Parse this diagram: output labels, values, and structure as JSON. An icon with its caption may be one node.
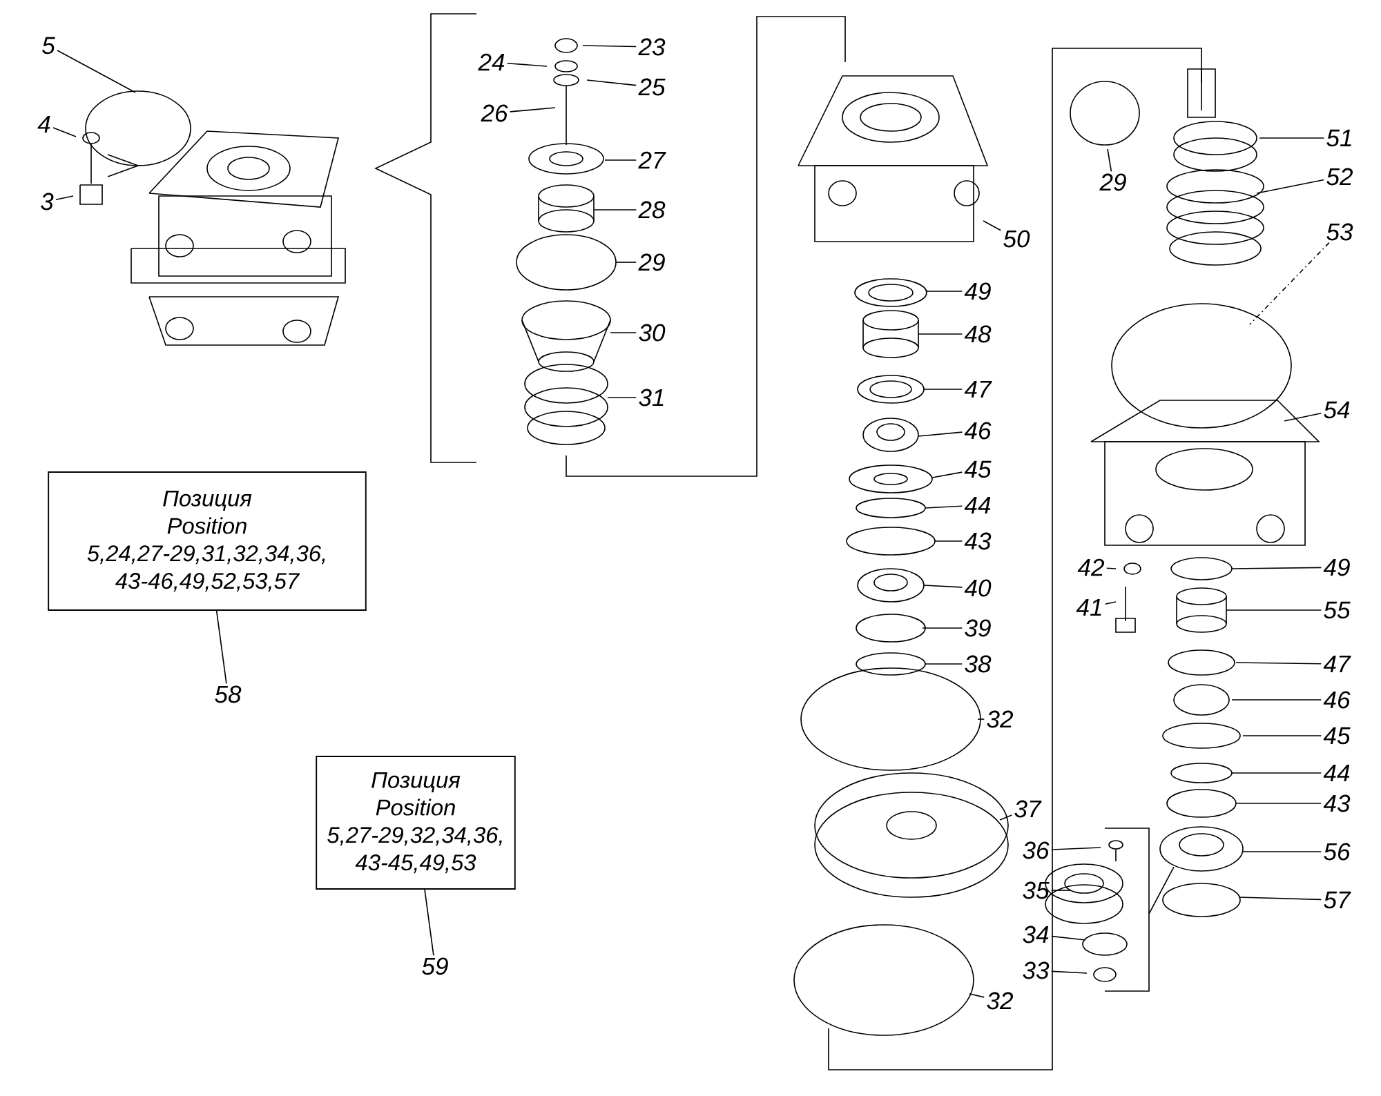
{
  "diagram": {
    "nodes": [
      {
        "text": [
          "5"
        ]
      },
      {
        "text": [
          "4"
        ]
      },
      {
        "text": [
          "3"
        ]
      },
      {
        "text": [
          "23"
        ]
      },
      {
        "text": [
          "24"
        ]
      },
      {
        "text": [
          "25"
        ]
      },
      {
        "text": [
          "26"
        ]
      },
      {
        "text": [
          "27"
        ]
      },
      {
        "text": [
          "28"
        ]
      },
      {
        "text": [
          "29"
        ]
      },
      {
        "text": [
          "30"
        ]
      },
      {
        "text": [
          "31"
        ]
      },
      {
        "text": [
          "50"
        ]
      },
      {
        "text": [
          "49"
        ]
      },
      {
        "text": [
          "48"
        ]
      },
      {
        "text": [
          "47"
        ]
      },
      {
        "text": [
          "46"
        ]
      },
      {
        "text": [
          "45"
        ]
      },
      {
        "text": [
          "44"
        ]
      },
      {
        "text": [
          "43"
        ]
      },
      {
        "text": [
          "40"
        ]
      },
      {
        "text": [
          "39"
        ]
      },
      {
        "text": [
          "38"
        ]
      },
      {
        "text": [
          "32"
        ]
      },
      {
        "text": [
          "37"
        ]
      },
      {
        "text": [
          "32"
        ]
      },
      {
        "text": [
          "29"
        ]
      },
      {
        "text": [
          "51"
        ]
      },
      {
        "text": [
          "52"
        ]
      },
      {
        "text": [
          "53"
        ]
      },
      {
        "text": [
          "54"
        ]
      },
      {
        "text": [
          "42"
        ]
      },
      {
        "text": [
          "41"
        ]
      },
      {
        "text": [
          "49"
        ]
      },
      {
        "text": [
          "55"
        ]
      },
      {
        "text": [
          "47"
        ]
      },
      {
        "text": [
          "46"
        ]
      },
      {
        "text": [
          "45"
        ]
      },
      {
        "text": [
          "44"
        ]
      },
      {
        "text": [
          "43"
        ]
      },
      {
        "text": [
          "56"
        ]
      },
      {
        "text": [
          "57"
        ]
      },
      {
        "text": [
          "36"
        ]
      },
      {
        "text": [
          "35"
        ]
      },
      {
        "text": [
          "34"
        ]
      },
      {
        "text": [
          "33"
        ]
      },
      {
        "text": [
          "Позиция",
          "Position",
          "5,24,27-29,31,32,34,36, 43-46,49,52,53,57"
        ]
      },
      {
        "text": [
          "58"
        ]
      },
      {
        "text": [
          "Позиция",
          "Position",
          "5,27-29,32,34,36, 43-45,49,53"
        ]
      },
      {
        "text": [
          "59"
        ]
      }
    ],
    "edges": [
      {
        "from": 0,
        "to": null,
        "arrow": "none"
      },
      {
        "from": 1,
        "to": null,
        "arrow": "none"
      },
      {
        "from": 2,
        "to": null,
        "arrow": "none"
      },
      {
        "from": 3,
        "to": null,
        "arrow": "none"
      },
      {
        "from": 4,
        "to": null,
        "arrow": "none"
      },
      {
        "from": 5,
        "to": null,
        "arrow": "none"
      },
      {
        "from": 6,
        "to": null,
        "arrow": "none"
      },
      {
        "from": 7,
        "to": null,
        "arrow": "none"
      },
      {
        "from": 8,
        "to": null,
        "arrow": "none"
      },
      {
        "from": 9,
        "to": null,
        "arrow": "none"
      },
      {
        "from": 10,
        "to": null,
        "arrow": "none"
      },
      {
        "from": 11,
        "to": null,
        "arrow": "none"
      },
      {
        "from": 12,
        "to": null,
        "arrow": "none"
      },
      {
        "from": 13,
        "to": null,
        "arrow": "none"
      },
      {
        "from": 14,
        "to": null,
        "arrow": "none"
      },
      {
        "from": 15,
        "to": null,
        "arrow": "none"
      },
      {
        "from": 16,
        "to": null,
        "arrow": "none"
      },
      {
        "from": 17,
        "to": null,
        "arrow": "none"
      },
      {
        "from": 18,
        "to": null,
        "arrow": "none"
      },
      {
        "from": 19,
        "to": null,
        "arrow": "none"
      },
      {
        "from": 20,
        "to": null,
        "arrow": "none"
      },
      {
        "from": 21,
        "to": null,
        "arrow": "none"
      },
      {
        "from": 22,
        "to": null,
        "arrow": "none"
      },
      {
        "from": 23,
        "to": null,
        "arrow": "none"
      },
      {
        "from": 24,
        "to": null,
        "arrow": "none"
      },
      {
        "from": 25,
        "to": null,
        "arrow": "none"
      },
      {
        "from": 26,
        "to": null,
        "arrow": "none"
      },
      {
        "from": 27,
        "to": null,
        "arrow": "none"
      },
      {
        "from": 28,
        "to": null,
        "arrow": "none"
      },
      {
        "from": 29,
        "to": null,
        "arrow": "none",
        "style": "dashed"
      },
      {
        "from": 30,
        "to": null,
        "arrow": "none"
      },
      {
        "from": 31,
        "to": null,
        "arrow": "none"
      },
      {
        "from": 32,
        "to": null,
        "arrow": "none"
      },
      {
        "from": 33,
        "to": null,
        "arrow": "none"
      },
      {
        "from": 34,
        "to": null,
        "arrow": "none"
      },
      {
        "from": 35,
        "to": null,
        "arrow": "none"
      },
      {
        "from": 36,
        "to": null,
        "arrow": "none"
      },
      {
        "from": 37,
        "to": null,
        "arrow": "none"
      },
      {
        "from": 38,
        "to": null,
        "arrow": "none"
      },
      {
        "from": 39,
        "to": null,
        "arrow": "none"
      },
      {
        "from": 40,
        "to": null,
        "arrow": "none"
      },
      {
        "from": 41,
        "to": null,
        "arrow": "none"
      },
      {
        "from": 42,
        "to": null,
        "arrow": "none"
      },
      {
        "from": 43,
        "to": null,
        "arrow": "none"
      },
      {
        "from": 44,
        "to": null,
        "arrow": "none"
      },
      {
        "from": 45,
        "to": null,
        "arrow": "none"
      },
      {
        "from": 46,
        "to": 47,
        "arrow": "none"
      },
      {
        "from": 48,
        "to": 49,
        "arrow": "none"
      }
    ]
  }
}
